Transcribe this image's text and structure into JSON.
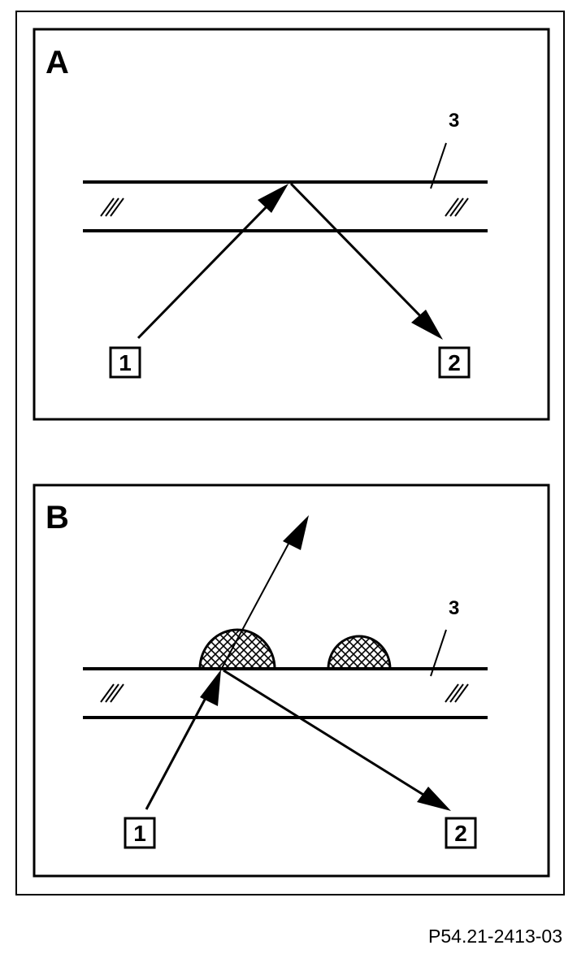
{
  "figure": {
    "reference_code": "P54.21-2413-03",
    "panel_a": {
      "letter": "A",
      "label_incoming": "1",
      "label_reflected": "2",
      "label_glass": "3"
    },
    "panel_b": {
      "letter": "B",
      "label_incoming": "1",
      "label_reflected": "2",
      "label_glass": "3"
    }
  }
}
